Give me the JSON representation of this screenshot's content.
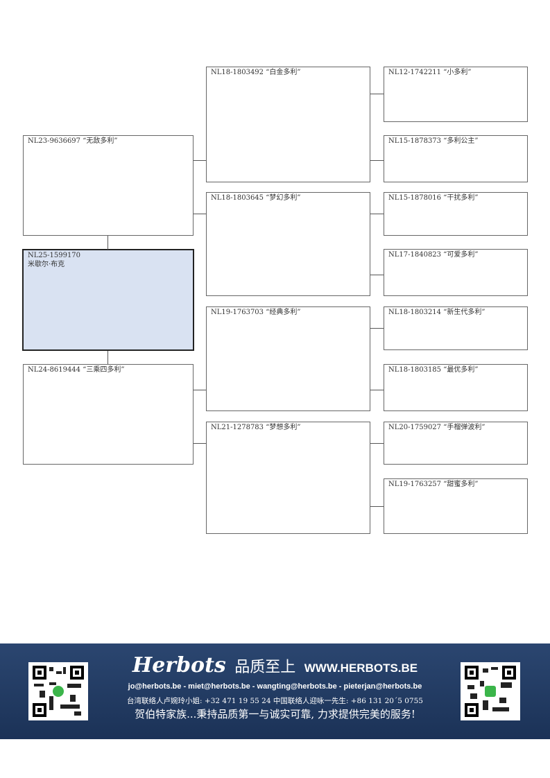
{
  "subject": {
    "id": "NL25-1599170",
    "name": "米歇尔·布克"
  },
  "parents": [
    {
      "label": "NL23-9636697 “无敌多利”"
    },
    {
      "label": "NL24-8619444 “三乘四多利”"
    }
  ],
  "grandparents": [
    {
      "label": "NL18-1803492 “白金多利”"
    },
    {
      "label": "NL18-1803645 “梦幻多利”"
    },
    {
      "label": "NL19-1763703 “经典多利”"
    },
    {
      "label": "NL21-1278783 “梦想多利”"
    }
  ],
  "great_grandparents": [
    {
      "label": "NL12-1742211 “小多利”"
    },
    {
      "label": "NL15-1878373 “多利公主”"
    },
    {
      "label": "NL15-1878016 “干扰多利”"
    },
    {
      "label": "NL17-1840823 “可爱多利”"
    },
    {
      "label": "NL18-1803214 “新生代多利”"
    },
    {
      "label": "NL18-1803185 “最优多利”"
    },
    {
      "label": "NL20-1759027 “手榴弹波利”"
    },
    {
      "label": "NL19-1763257 “甜蜜多利”"
    }
  ],
  "footer": {
    "brand": "Herbots",
    "slogan": "品质至上",
    "website": "WWW.HERBOTS.BE",
    "emails": "jo@herbots.be - miet@herbots.be - wangting@herbots.be - pieterjan@herbots.be",
    "contacts": "台湾联络人卢婉玲小姐: +32 471 19 55 24    中国联络人迎咏一先生: +86 131 20´5 0755",
    "tagline": "贺伯特家族...秉持品质第一与诚实可靠, 力求提供完美的服务!"
  }
}
